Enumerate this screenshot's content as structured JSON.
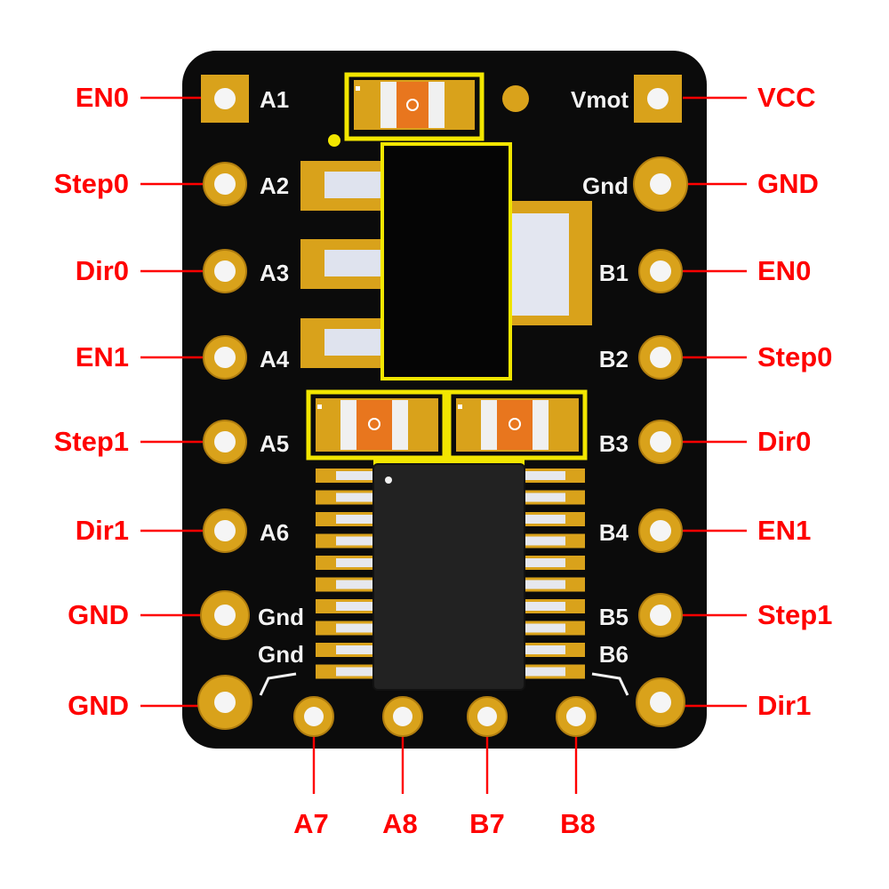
{
  "colors": {
    "board": "#0b0b0b",
    "pad": "#d9a21b",
    "pad_rim": "#b07d0f",
    "label": "#ff0000",
    "silkscreen": "#f2f2f2",
    "outline": "#f2e600",
    "capacitor_body": "#e8761e"
  },
  "left_labels": [
    "EN0",
    "Step0",
    "Dir0",
    "EN1",
    "Step1",
    "Dir1",
    "GND",
    "GND"
  ],
  "right_labels": [
    "VCC",
    "GND",
    "EN0",
    "Step0",
    "Dir0",
    "EN1",
    "Step1",
    "Dir1"
  ],
  "bottom_labels": [
    "A7",
    "A8",
    "B7",
    "B8"
  ],
  "left_silk": [
    "A1",
    "A2",
    "A3",
    "A4",
    "A5",
    "A6",
    "Gnd",
    "Gnd"
  ],
  "right_silk": [
    "Vmot",
    "Gnd",
    "B1",
    "B2",
    "B3",
    "B4",
    "B5",
    "B6"
  ]
}
